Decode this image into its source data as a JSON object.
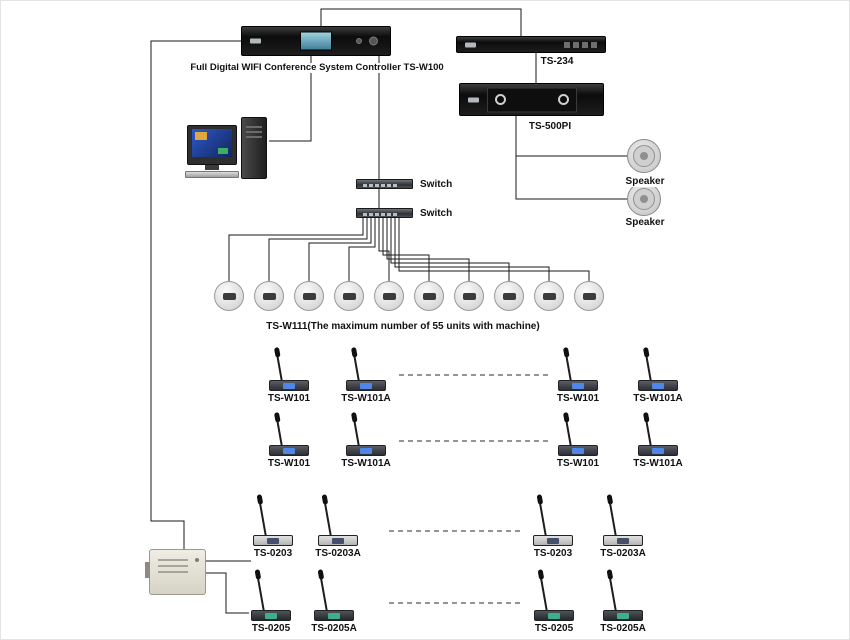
{
  "labels": {
    "controller": "Full Digital WIFI Conference System Controller TS-W100",
    "ts234": "TS-234",
    "ts500pi": "TS-500PI",
    "speaker1": "Speaker",
    "speaker2": "Speaker",
    "switch1": "Switch",
    "switch2": "Switch",
    "ceiling_caption": "TS-W111(The maximum number of 55 units with machine)"
  },
  "mics": {
    "row1": [
      "TS-W101",
      "TS-W101A",
      "TS-W101",
      "TS-W101A"
    ],
    "row2": [
      "TS-W101",
      "TS-W101A",
      "TS-W101",
      "TS-W101A"
    ],
    "row3": [
      "TS-0203",
      "TS-0203A",
      "TS-0203",
      "TS-0203A"
    ],
    "row4": [
      "TS-0205",
      "TS-0205A",
      "TS-0205",
      "TS-0205A"
    ]
  },
  "ceiling_units": {
    "count": 10
  },
  "icons": {
    "speaker": "concentric-circles",
    "ceiling_unit": "circle-with-center-bar",
    "gooseneck_mic": "thin-stem-with-capsule",
    "switch": "flat-box-with-ports",
    "computer": "crt-monitor-and-tower"
  },
  "colors": {
    "wire": "#1a1a1a",
    "rack_black": "#141414",
    "mic_screen_blue": "#4f86e8",
    "mic_screen_green": "#3fae8c",
    "monitor_screen_blue": "#2c59c9"
  }
}
